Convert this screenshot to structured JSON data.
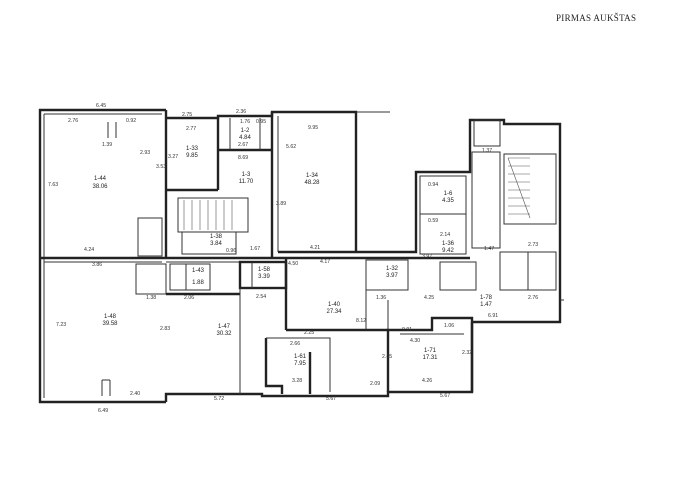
{
  "title": "PIRMAS AUKŠTAS",
  "rooms": [
    {
      "id": "1-44",
      "area": "38.06"
    },
    {
      "id": "1-33",
      "area": "9.85"
    },
    {
      "id": "1-2",
      "area": "4.84"
    },
    {
      "id": "1-3",
      "area": "11.70"
    },
    {
      "id": "1-34",
      "area": "48.28"
    },
    {
      "id": "1-38",
      "area": "3.84"
    },
    {
      "id": "1-6",
      "area": "4.35"
    },
    {
      "id": "1-36",
      "area": "9.42"
    },
    {
      "id": "1-48",
      "area": "39.58"
    },
    {
      "id": "1-43",
      "area": "1.88"
    },
    {
      "id": "1-58",
      "area": "3.39"
    },
    {
      "id": "1-32",
      "area": "3.97"
    },
    {
      "id": "1-40",
      "area": "27.34"
    },
    {
      "id": "1-78",
      "area": "1.47"
    },
    {
      "id": "1-47",
      "area": "30.32"
    },
    {
      "id": "1-61",
      "area": "7.95"
    },
    {
      "id": "1-71",
      "area": "17.31"
    }
  ],
  "dimensions": [
    "6.45",
    "2.76",
    "0.92",
    "2.75",
    "2.77",
    "2.36",
    "1.76",
    "0.95",
    "9.95",
    "1.39",
    "2.67",
    "8.69",
    "4.24",
    "4.21",
    "4.17",
    "1.67",
    "2.73",
    "2.93",
    "7.23",
    "2.06",
    "2.54",
    "0.96",
    "3.86",
    "2.66",
    "1.38",
    "1.36",
    "2.40",
    "6.49",
    "5.72",
    "5.67",
    "4.30",
    "2.76",
    "2.32",
    "1.06",
    "0.91",
    "4.25",
    "6.91",
    "2.25",
    "3.28",
    "4.26",
    "5.67",
    "0.94",
    "1.37",
    "0.59",
    "2.14",
    "1.47",
    "3.53",
    "7.63",
    "5.62",
    "3.27",
    "3.97",
    "3.89",
    "2.83",
    "8.12",
    "2.45",
    "2.09",
    "4.50"
  ]
}
